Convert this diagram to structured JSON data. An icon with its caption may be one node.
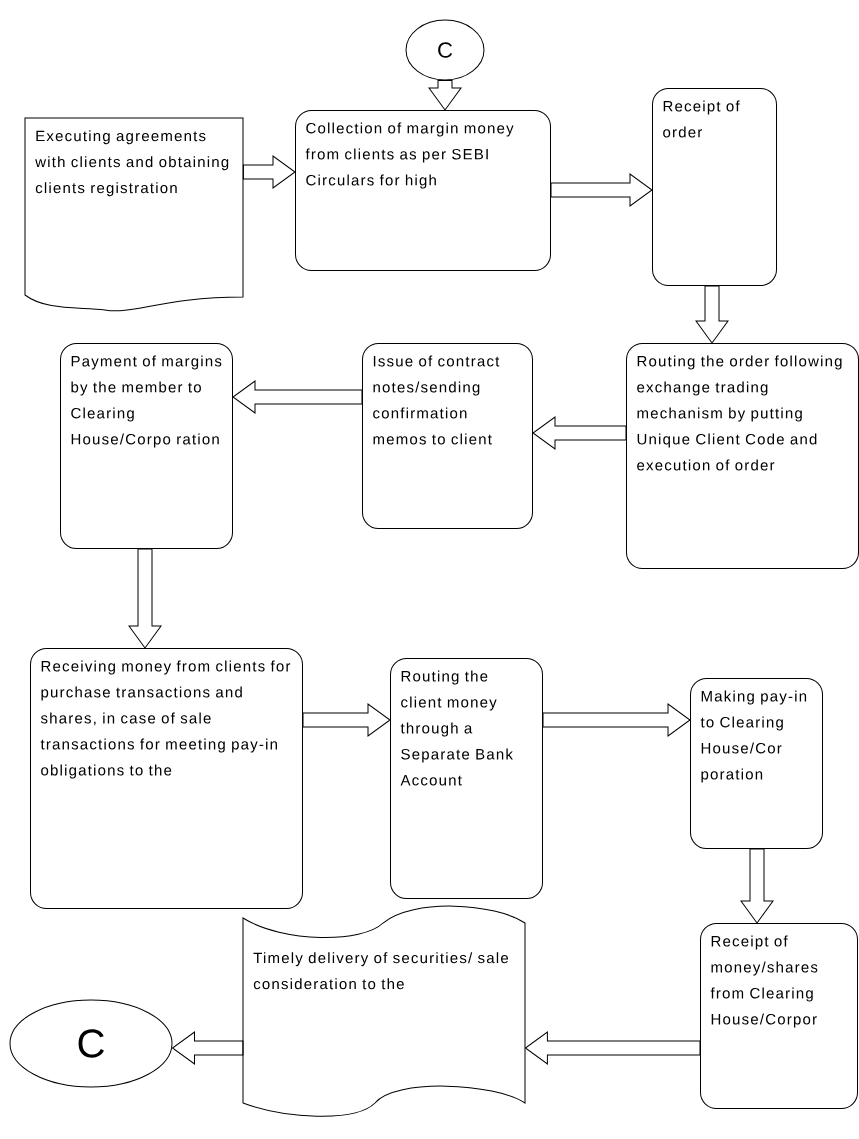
{
  "diagram": {
    "nodes": [
      {
        "text": [
          "C"
        ]
      },
      {
        "text": [
          "Executing agreements with clients and obtaining clients registration"
        ]
      },
      {
        "text": [
          "Collection of margin money from clients as per SEBI Circulars for high"
        ]
      },
      {
        "text": [
          "Receipt of order"
        ]
      },
      {
        "text": [
          "Routing the order following exchange trading mechanism by putting Unique Client Code and execution of order"
        ]
      },
      {
        "text": [
          "Issue of contract notes/sending confirmation memos to client"
        ]
      },
      {
        "text": [
          "Payment of margins by the member to Clearing House/Corpo ration"
        ]
      },
      {
        "text": [
          "Receiving money from clients for purchase transactions and shares, in case of sale transactions for meeting pay-in obligations to the"
        ]
      },
      {
        "text": [
          "Routing the client money through a Separate Bank Account"
        ]
      },
      {
        "text": [
          "Making pay-in to Clearing House/Cor poration"
        ]
      },
      {
        "text": [
          "Receipt of money/shares from Clearing House/Corpor"
        ]
      },
      {
        "text": [
          "Timely delivery of securities/ sale consideration to the"
        ]
      },
      {
        "text": [
          "C"
        ]
      }
    ],
    "edges": [
      {
        "from": 0,
        "to": 2,
        "arrow": "to"
      },
      {
        "from": 1,
        "to": 2,
        "arrow": "to"
      },
      {
        "from": 2,
        "to": 3,
        "arrow": "to"
      },
      {
        "from": 3,
        "to": 4,
        "arrow": "to"
      },
      {
        "from": 4,
        "to": 5,
        "arrow": "to"
      },
      {
        "from": 5,
        "to": 6,
        "arrow": "to"
      },
      {
        "from": 6,
        "to": 7,
        "arrow": "to"
      },
      {
        "from": 7,
        "to": 8,
        "arrow": "to"
      },
      {
        "from": 8,
        "to": 9,
        "arrow": "to"
      },
      {
        "from": 9,
        "to": 10,
        "arrow": "to"
      },
      {
        "from": 10,
        "to": 11,
        "arrow": "to"
      },
      {
        "from": 11,
        "to": 12,
        "arrow": "to"
      }
    ]
  }
}
